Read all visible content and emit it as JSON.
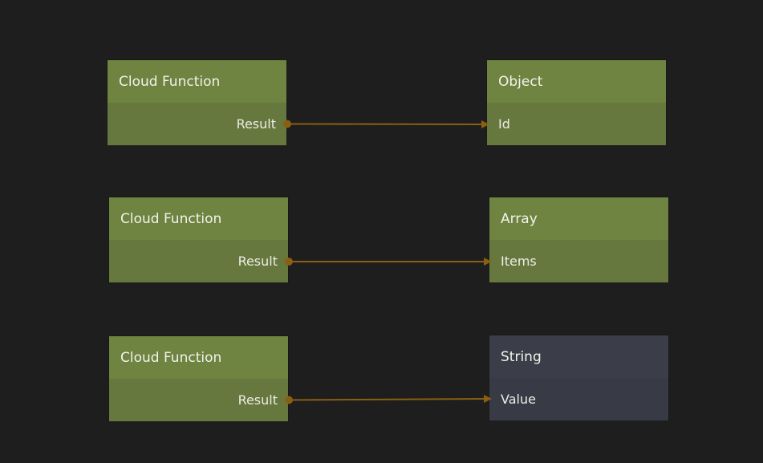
{
  "colors": {
    "background": "#1e1e1e",
    "node_green_header": "#6e8440",
    "node_green_body": "#66783d",
    "node_slate_header": "#3b3e48",
    "node_slate_body": "#383b45",
    "wire": "#8a5f12"
  },
  "nodes": {
    "cf1": {
      "title": "Cloud Function",
      "port": "Result"
    },
    "obj": {
      "title": "Object",
      "port": "Id"
    },
    "cf2": {
      "title": "Cloud Function",
      "port": "Result"
    },
    "arr": {
      "title": "Array",
      "port": "Items"
    },
    "cf3": {
      "title": "Cloud Function",
      "port": "Result"
    },
    "str": {
      "title": "String",
      "port": "Value"
    }
  },
  "connections": [
    {
      "from": "cf1.Result",
      "to": "obj.Id"
    },
    {
      "from": "cf2.Result",
      "to": "arr.Items"
    },
    {
      "from": "cf3.Result",
      "to": "str.Value"
    }
  ]
}
